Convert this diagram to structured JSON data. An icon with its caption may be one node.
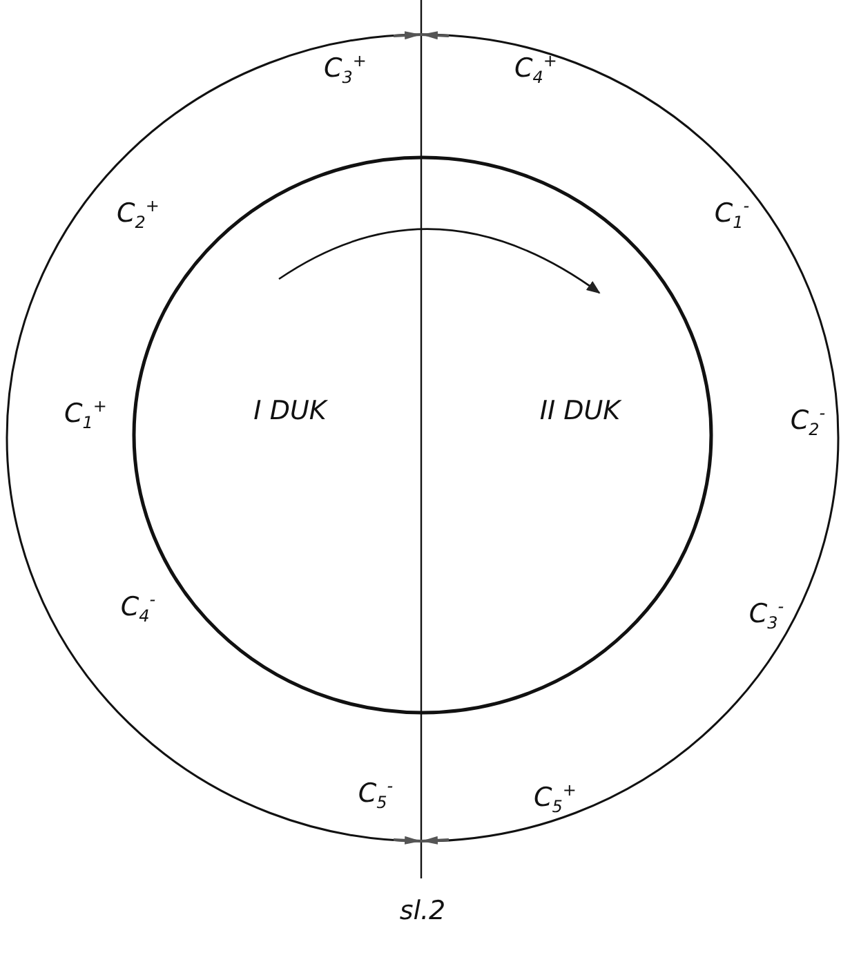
{
  "diagram": {
    "caption": "sl.2",
    "labels": [
      "C$_{3}$$^{+}$",
      "C$_{4}$$^{+}$",
      "C$_{2}$$^{+}$",
      "C$_{1}$$^{-}$",
      "I DUK",
      "II DUK",
      "C$_{1}$$^{+}$",
      "C$_{2}$$^{-}$",
      "C$_{4}$$^{-}$",
      "C$_{3}$$^{-}$",
      "C$_{5}$$^{-}$",
      "C$_{5}$$^{+}$"
    ]
  }
}
